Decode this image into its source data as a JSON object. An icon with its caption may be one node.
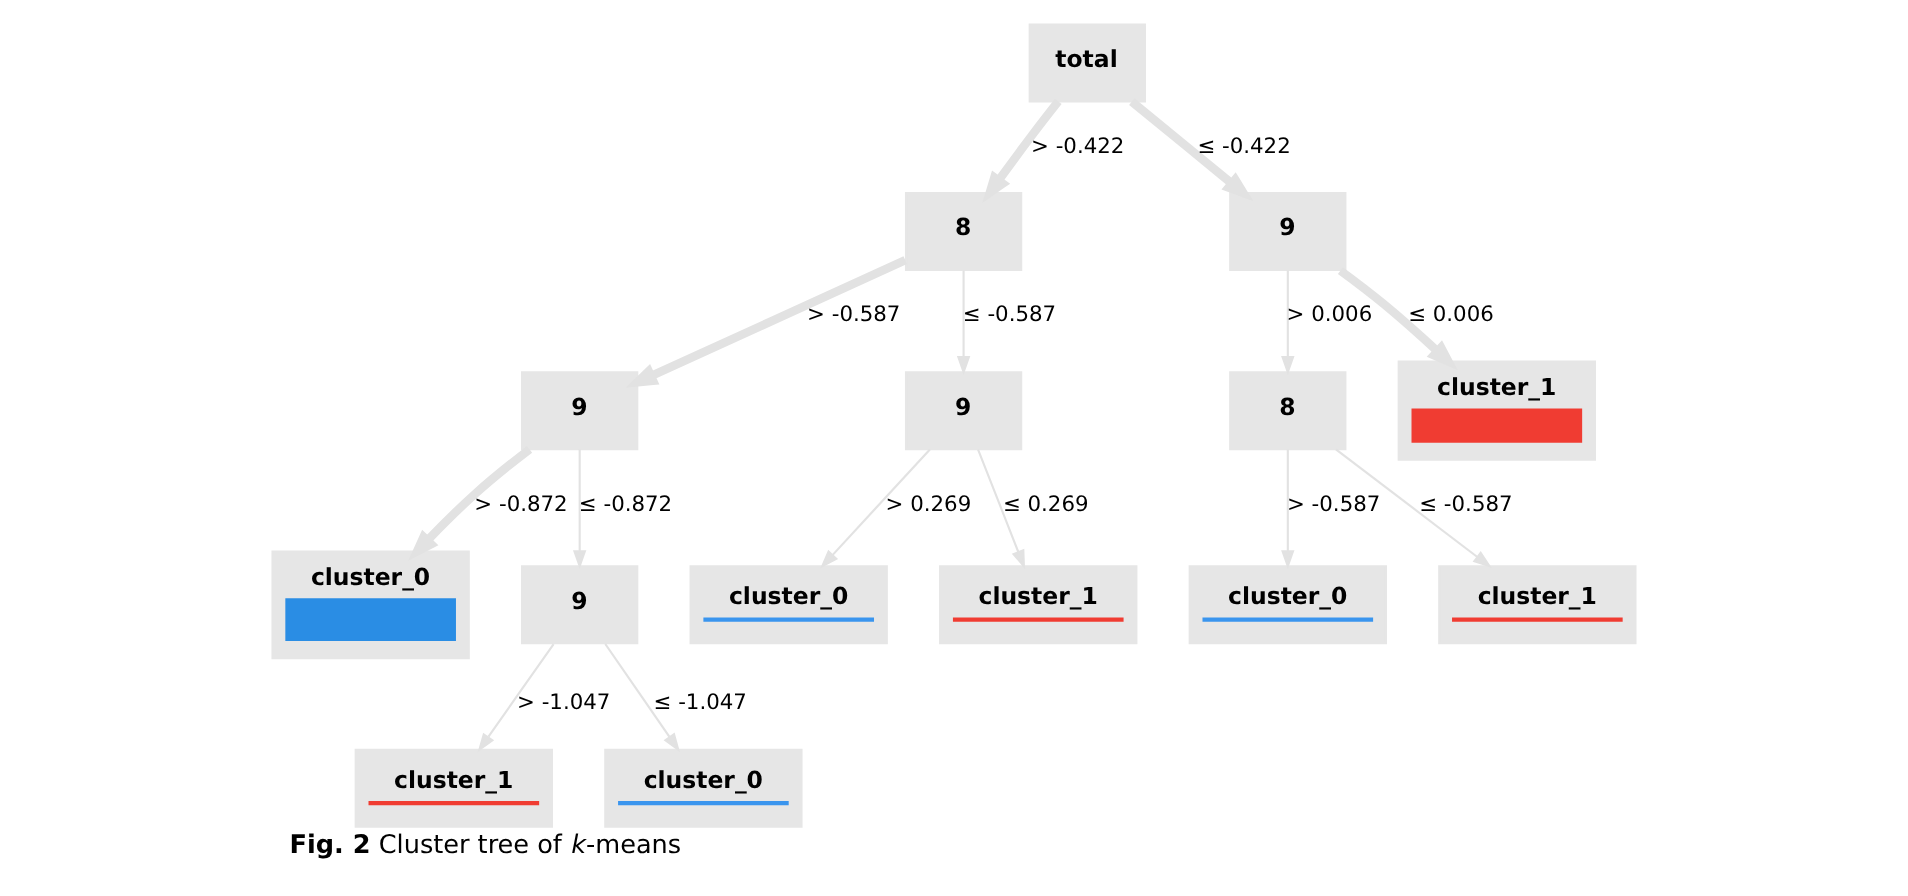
{
  "diagram": {
    "caption": "**Fig. 2** Cluster tree of *k*-means",
    "nodes": [
      {
        "text": [
          "total"
        ]
      },
      {
        "text": [
          "8"
        ]
      },
      {
        "text": [
          "9"
        ]
      },
      {
        "text": [
          "9"
        ]
      },
      {
        "text": [
          "9"
        ]
      },
      {
        "text": [
          "8"
        ]
      },
      {
        "text": [
          "cluster_1"
        ]
      },
      {
        "text": [
          "cluster_0"
        ]
      },
      {
        "text": [
          "9"
        ]
      },
      {
        "text": [
          "cluster_0"
        ]
      },
      {
        "text": [
          "cluster_1"
        ]
      },
      {
        "text": [
          "cluster_0"
        ]
      },
      {
        "text": [
          "cluster_1"
        ]
      },
      {
        "text": [
          "cluster_1"
        ]
      },
      {
        "text": [
          "cluster_0"
        ]
      }
    ],
    "edges": [
      {
        "from": 0,
        "to": 1,
        "arrow": "to",
        "label": "> -0.422",
        "style": "thick"
      },
      {
        "from": 0,
        "to": 2,
        "arrow": "to",
        "label": "≤ -0.422",
        "style": "thick"
      },
      {
        "from": 1,
        "to": 3,
        "arrow": "to",
        "label": "> -0.587",
        "style": "thick"
      },
      {
        "from": 1,
        "to": 4,
        "arrow": "to",
        "label": "≤ -0.587"
      },
      {
        "from": 2,
        "to": 5,
        "arrow": "to",
        "label": "> 0.006"
      },
      {
        "from": 2,
        "to": 6,
        "arrow": "to",
        "label": "≤ 0.006",
        "style": "thick"
      },
      {
        "from": 3,
        "to": 7,
        "arrow": "to",
        "label": "> -0.872",
        "style": "thick"
      },
      {
        "from": 3,
        "to": 8,
        "arrow": "to",
        "label": "≤ -0.872"
      },
      {
        "from": 4,
        "to": 9,
        "arrow": "to",
        "label": "> 0.269"
      },
      {
        "from": 4,
        "to": 10,
        "arrow": "to",
        "label": "≤ 0.269"
      },
      {
        "from": 5,
        "to": 11,
        "arrow": "to",
        "label": "> -0.587"
      },
      {
        "from": 5,
        "to": 12,
        "arrow": "to",
        "label": "≤ -0.587"
      },
      {
        "from": 8,
        "to": 13,
        "arrow": "to",
        "label": "> -1.047"
      },
      {
        "from": 8,
        "to": 14,
        "arrow": "to",
        "label": "≤ -1.047"
      }
    ]
  }
}
